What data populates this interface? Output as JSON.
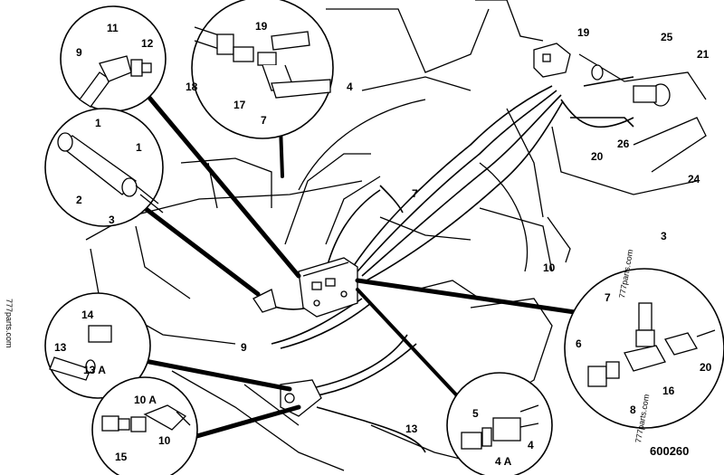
{
  "diagram": {
    "drawing_number": "600260",
    "watermark": "777parts.com",
    "labels": {
      "l1a": "1",
      "l1b": "1",
      "l2": "2",
      "l3a": "3",
      "l3b": "3",
      "l4a": "4",
      "l4b": "4",
      "l4A": "4 A",
      "l5": "5",
      "l6": "6",
      "l7a": "7",
      "l7b": "7",
      "l7c": "7",
      "l8": "8",
      "l9a": "9",
      "l9b": "9",
      "l10a": "10",
      "l10b": "10",
      "l10A": "10 A",
      "l11": "11",
      "l12": "12",
      "l13a": "13",
      "l13b": "13",
      "l13A": "13 A",
      "l14": "14",
      "l15": "15",
      "l16": "16",
      "l17": "17",
      "l18": "18",
      "l19a": "19",
      "l19b": "19",
      "l20a": "20",
      "l20b": "20",
      "l21": "21",
      "l24": "24",
      "l25": "25",
      "l26": "26"
    }
  }
}
